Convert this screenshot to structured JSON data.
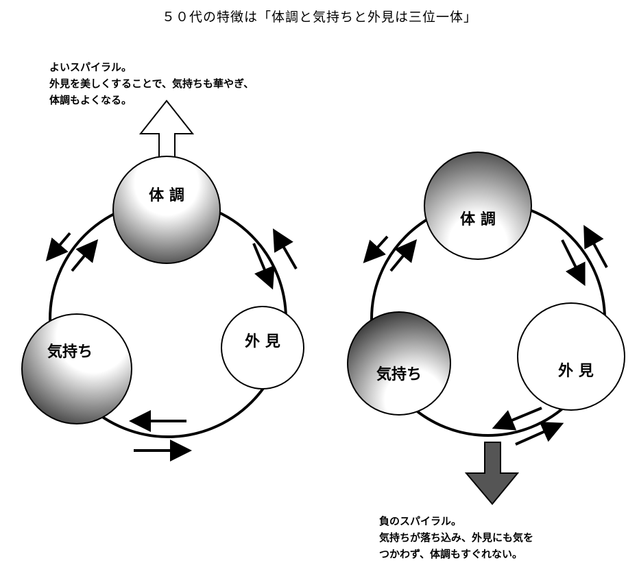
{
  "title": "５０代の特徴は「体調と気持ちと外見は三位一体」",
  "good_spiral": {
    "lines": [
      "よいスパイラル。",
      "外見を美しくすることで、気持ちも華やぎ、",
      "体調もよくなる。"
    ],
    "nodes": {
      "health": "体 調",
      "feeling": "気持ち",
      "appearance": "外 見"
    }
  },
  "bad_spiral": {
    "lines": [
      "負のスパイラル。",
      "気持ちが落ち込み、外見にも気を",
      "つかわず、体調もすぐれない。"
    ],
    "nodes": {
      "health": "体 調",
      "feeling": "気持ち",
      "appearance": "外 見"
    }
  },
  "colors": {
    "ink": "#000000",
    "down_arrow": "#555555"
  }
}
